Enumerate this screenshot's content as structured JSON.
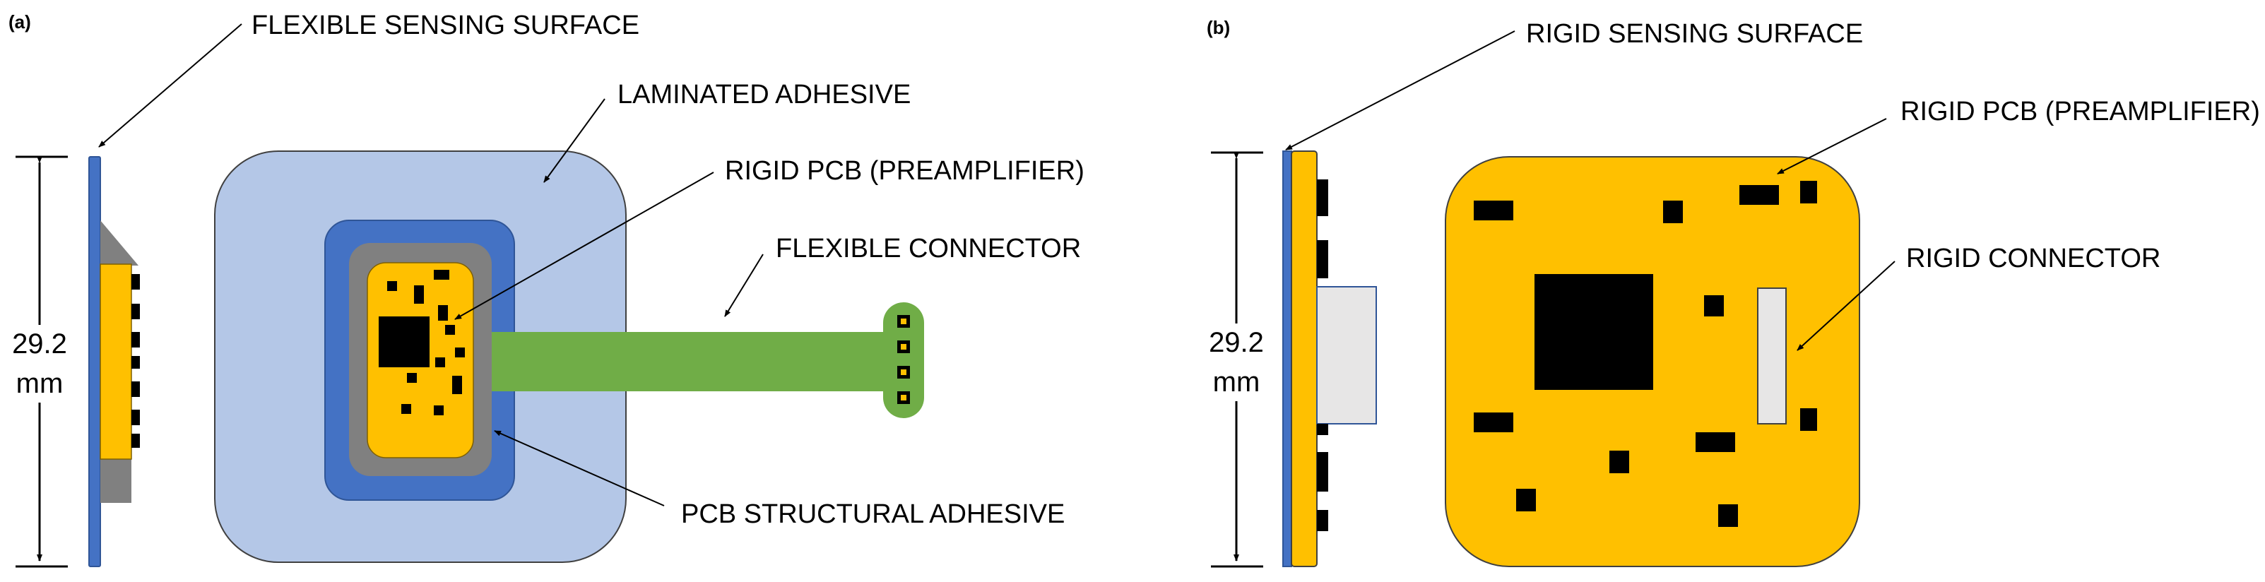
{
  "panels": {
    "a": {
      "label": "(a)",
      "callouts": {
        "flexible_sensing_surface": "FLEXIBLE SENSING SURFACE",
        "laminated_adhesive": "LAMINATED ADHESIVE",
        "rigid_pcb": "RIGID PCB (PREAMPLIFIER)",
        "flexible_connector": "FLEXIBLE CONNECTOR",
        "pcb_structural_adhesive": "PCB STRUCTURAL ADHESIVE"
      },
      "dimension": {
        "value": "29.2",
        "unit": "mm"
      }
    },
    "b": {
      "label": "(b)",
      "callouts": {
        "rigid_sensing_surface": "RIGID SENSING SURFACE",
        "rigid_pcb": "RIGID PCB (PREAMPLIFIER)",
        "rigid_connector": "RIGID CONNECTOR"
      },
      "dimension": {
        "value": "29.2",
        "unit": "mm"
      }
    }
  },
  "colors": {
    "sensing_surface": "#4472C4",
    "laminated_adhesive": "#B4C7E7",
    "structural_adhesive_outer": "#4472C4",
    "structural_adhesive_inner": "#808080",
    "pcb": "#FFC000",
    "flexible_connector": "#70AD47",
    "rigid_connector": "#E7E6E6",
    "components": "#000000"
  }
}
